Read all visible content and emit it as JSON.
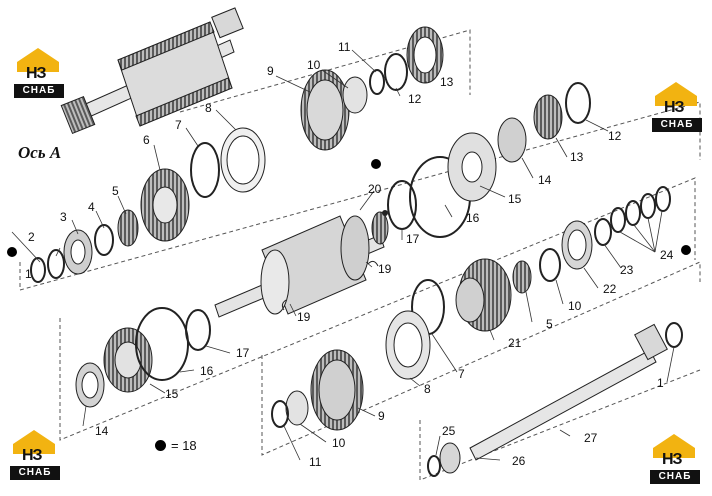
{
  "axis_label": "Ось А",
  "legend": {
    "number": "= 18"
  },
  "logo": {
    "mark": "НЗ",
    "text": "СНАБ"
  },
  "labels": {
    "1": "1",
    "1b": "1",
    "2": "2",
    "3": "3",
    "4": "4",
    "5": "5",
    "5b": "5",
    "6": "6",
    "7": "7",
    "7b": "7",
    "8": "8",
    "8b": "8",
    "9": "9",
    "9b": "9",
    "10": "10",
    "10b": "10",
    "10c": "10",
    "11": "11",
    "11b": "11",
    "12": "12",
    "12b": "12",
    "13": "13",
    "13b": "13",
    "14": "14",
    "14b": "14",
    "15": "15",
    "15b": "15",
    "16": "16",
    "16b": "16",
    "17": "17",
    "17b": "17",
    "19": "19",
    "19b": "19",
    "20": "20",
    "21": "21",
    "22": "22",
    "23": "23",
    "24": "24",
    "25": "25",
    "26": "26",
    "27": "27"
  }
}
